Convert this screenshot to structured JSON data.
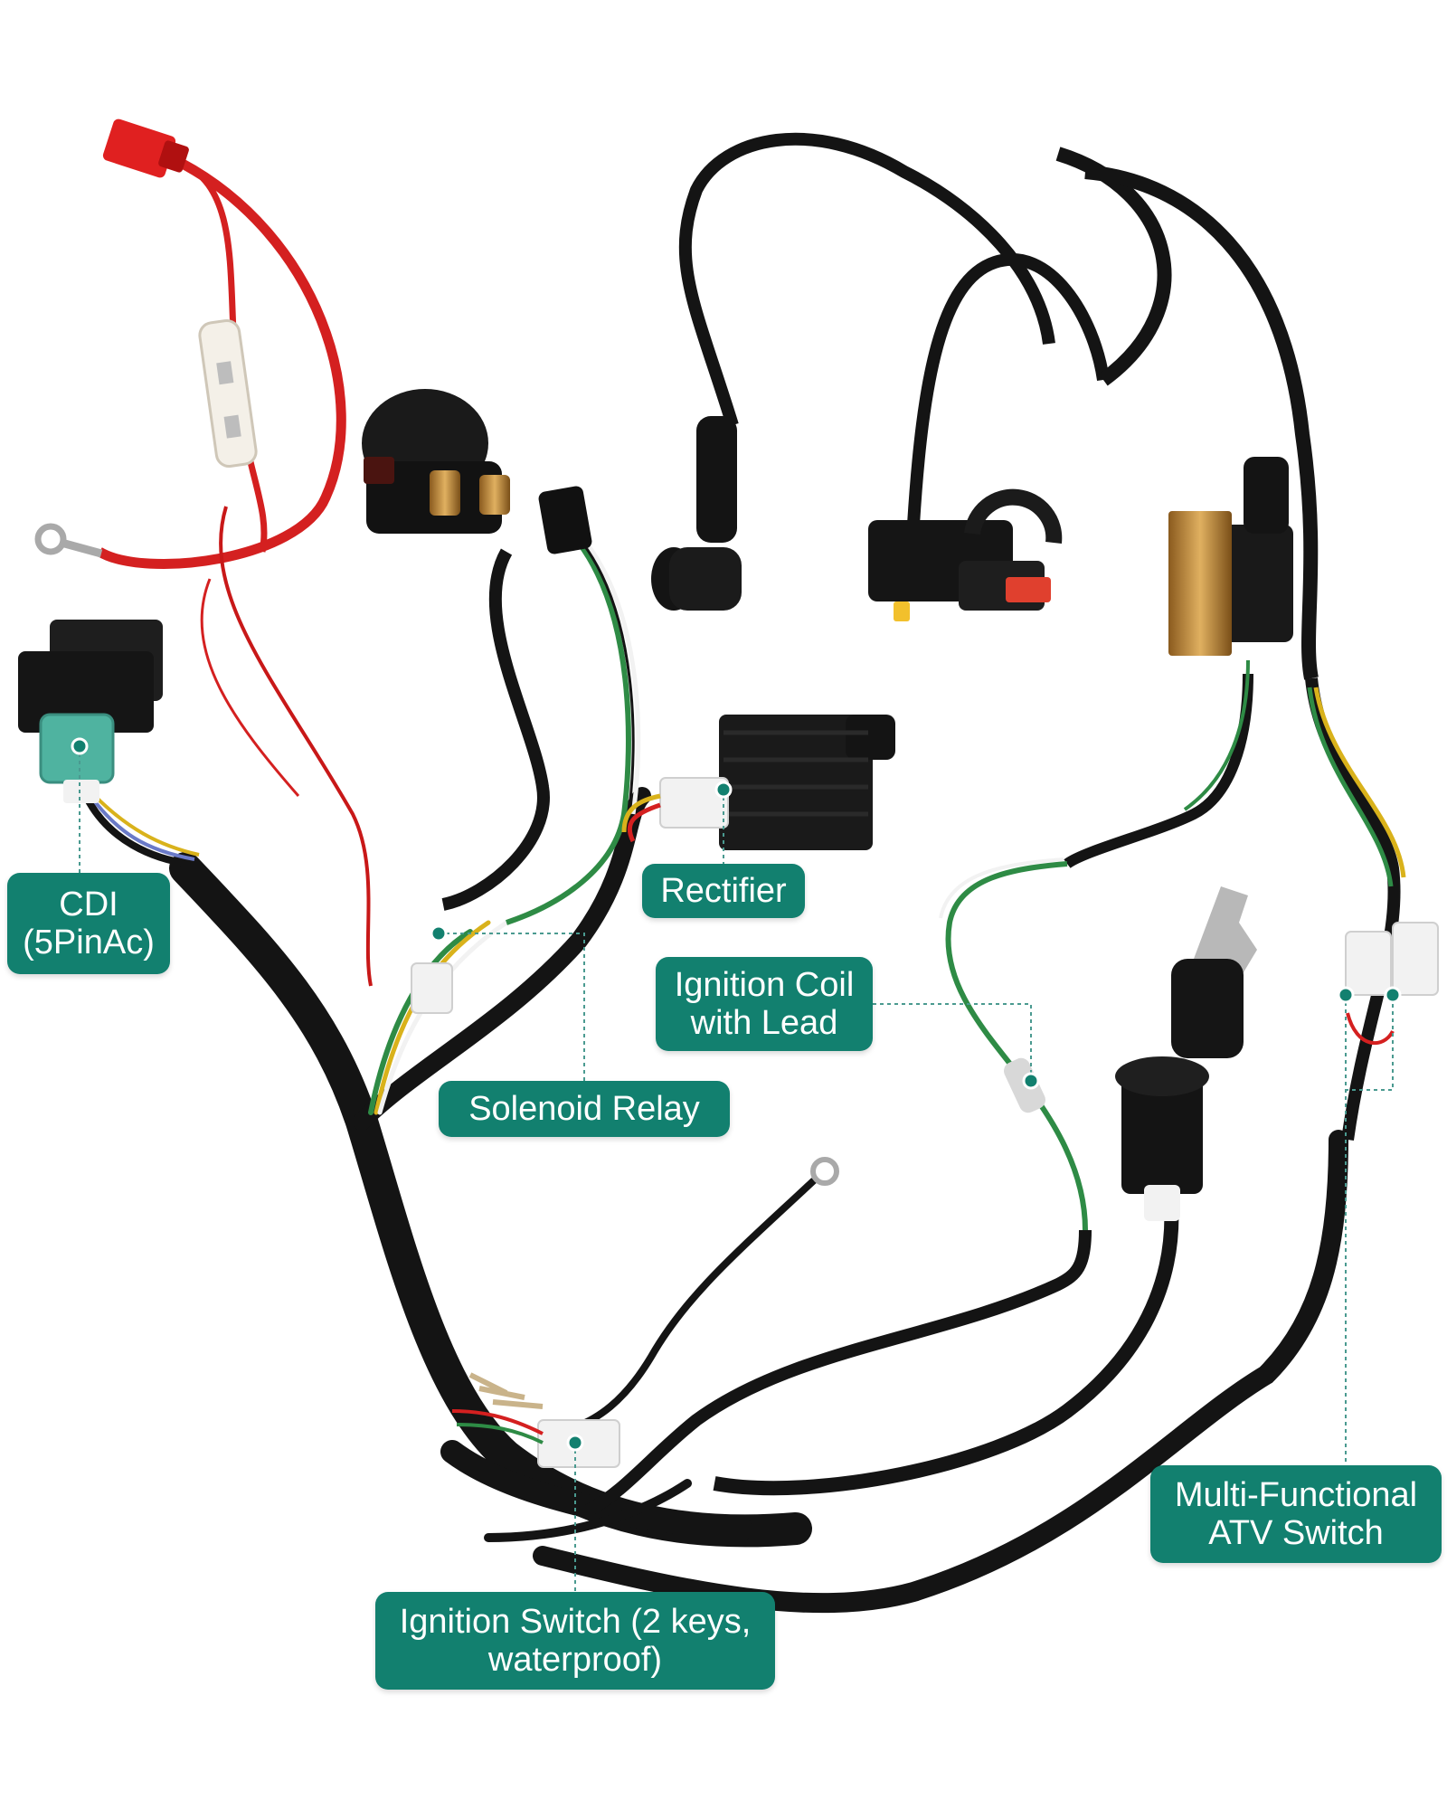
{
  "colors": {
    "label_bg": "#12806f",
    "label_text": "#ffffff",
    "wire_black": "#141414",
    "wire_red": "#d42020",
    "wire_green": "#2e8b45",
    "wire_yellow": "#d9b21b",
    "wire_white": "#f2f2f2",
    "leader": "#4a9a90"
  },
  "components": {
    "cdi": {
      "line1": "CDI",
      "line2": "(5PinAc)"
    },
    "rectifier": {
      "line1": "Rectifier"
    },
    "solenoid_relay": {
      "line1": "Solenoid Relay"
    },
    "ignition_coil": {
      "line1": "Ignition Coil",
      "line2": "with Lead"
    },
    "atv_switch": {
      "line1": "Multi-Functional",
      "line2": "ATV Switch"
    },
    "ignition_switch": {
      "line1": "Ignition Switch (2 keys,",
      "line2": "waterproof)"
    }
  }
}
